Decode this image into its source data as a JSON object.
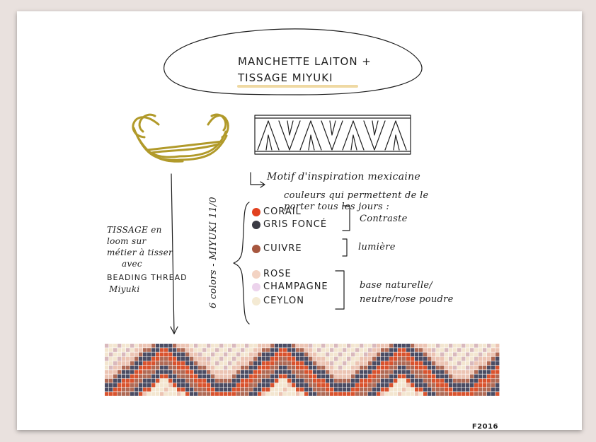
{
  "title": {
    "line1": "MANCHETTE LAITON +",
    "line2": "TISSAGE MIYUKI"
  },
  "motif_text": "Motif d'inspiration mexicaine",
  "couleurs_text": {
    "line1": "couleurs qui permettent de le",
    "line2": "porter tous les jours :"
  },
  "loom_text": [
    "TISSAGE en",
    "loom sur",
    "métier à tisser",
    "avec",
    "BEADING THREAD",
    "Miyuki"
  ],
  "palette_label": "6 colors - MIYUKI 11/0",
  "groups": [
    {
      "label": "Contraste",
      "colors": [
        {
          "name": "CORAIL",
          "hex": "#e2411f"
        },
        {
          "name": "GRIS FONCÉ",
          "hex": "#3a3a44"
        }
      ]
    },
    {
      "label": "lumière",
      "colors": [
        {
          "name": "CUIVRE",
          "hex": "#a7573f"
        }
      ]
    },
    {
      "label": "base naturelle/ neutre/rose poudre",
      "colors": [
        {
          "name": "ROSE",
          "hex": "#f3d3c3"
        },
        {
          "name": "CHAMPAGNE",
          "hex": "#ecd3ec"
        },
        {
          "name": "CEYLON",
          "hex": "#f4ead3"
        }
      ]
    }
  ],
  "bead_colors": {
    "corail": "#d9532e",
    "gris": "#4b4c63",
    "cuivre": "#b06a55",
    "rose": "#ecc4b3",
    "champagne": "#d9b9bd",
    "ceylon": "#f3e6d0"
  },
  "footer": "F2016"
}
